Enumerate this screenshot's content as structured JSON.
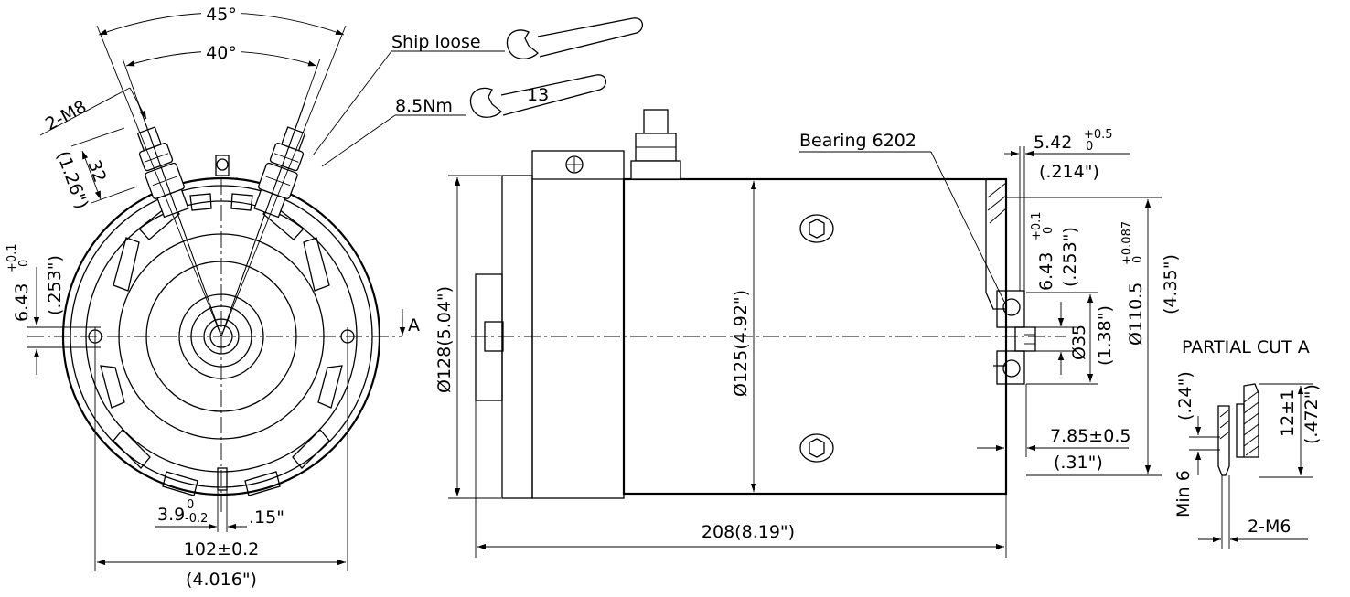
{
  "front_view": {
    "angle_outer": "45°",
    "angle_inner": "40°",
    "thread": "2-M8",
    "height_mm": "32",
    "height_in": "(1.26\")",
    "offset_mm": "6.43",
    "offset_tol_upper": "+0.1",
    "offset_tol_lower": "0",
    "offset_in": "(.253\")",
    "section_mark": "A",
    "slot_mm": "3.9",
    "slot_tol_upper": "0",
    "slot_tol_lower": "-0.2",
    "slot_in": ".15\"",
    "width_mm": "102±0.2",
    "width_in": "(4.016\")"
  },
  "callouts": {
    "ship_loose": "Ship loose",
    "torque": "8.5Nm",
    "wrench_size": "13",
    "bearing": "Bearing 6202"
  },
  "side_view": {
    "dia_128": "Ø128(5.04\")",
    "dia_125": "Ø125(4.92\")",
    "length": "208(8.19\")",
    "flange_mm": "5.42",
    "flange_tol_upper": "+0.5",
    "flange_tol_lower": "0",
    "flange_in": "(.214\")",
    "key_mm": "6.43",
    "key_tol_upper": "+0.1",
    "key_tol_lower": "0",
    "key_in": "(.253\")",
    "bore_mm": "Ø35",
    "bore_in": "(1.38\")",
    "pilot_mm": "Ø110.5",
    "pilot_tol_upper": "+0.087",
    "pilot_tol_lower": "0",
    "pilot_in": "(4.35\")",
    "recess_mm": "7.85±0.5",
    "recess_in": "(.31\")"
  },
  "partial_cut": {
    "title": "PARTIAL CUT A",
    "depth_in": "(.24\")",
    "min_depth": "Min 6",
    "hole_mm": "12±1",
    "hole_in": "(.472\")",
    "thread": "2-M6"
  }
}
